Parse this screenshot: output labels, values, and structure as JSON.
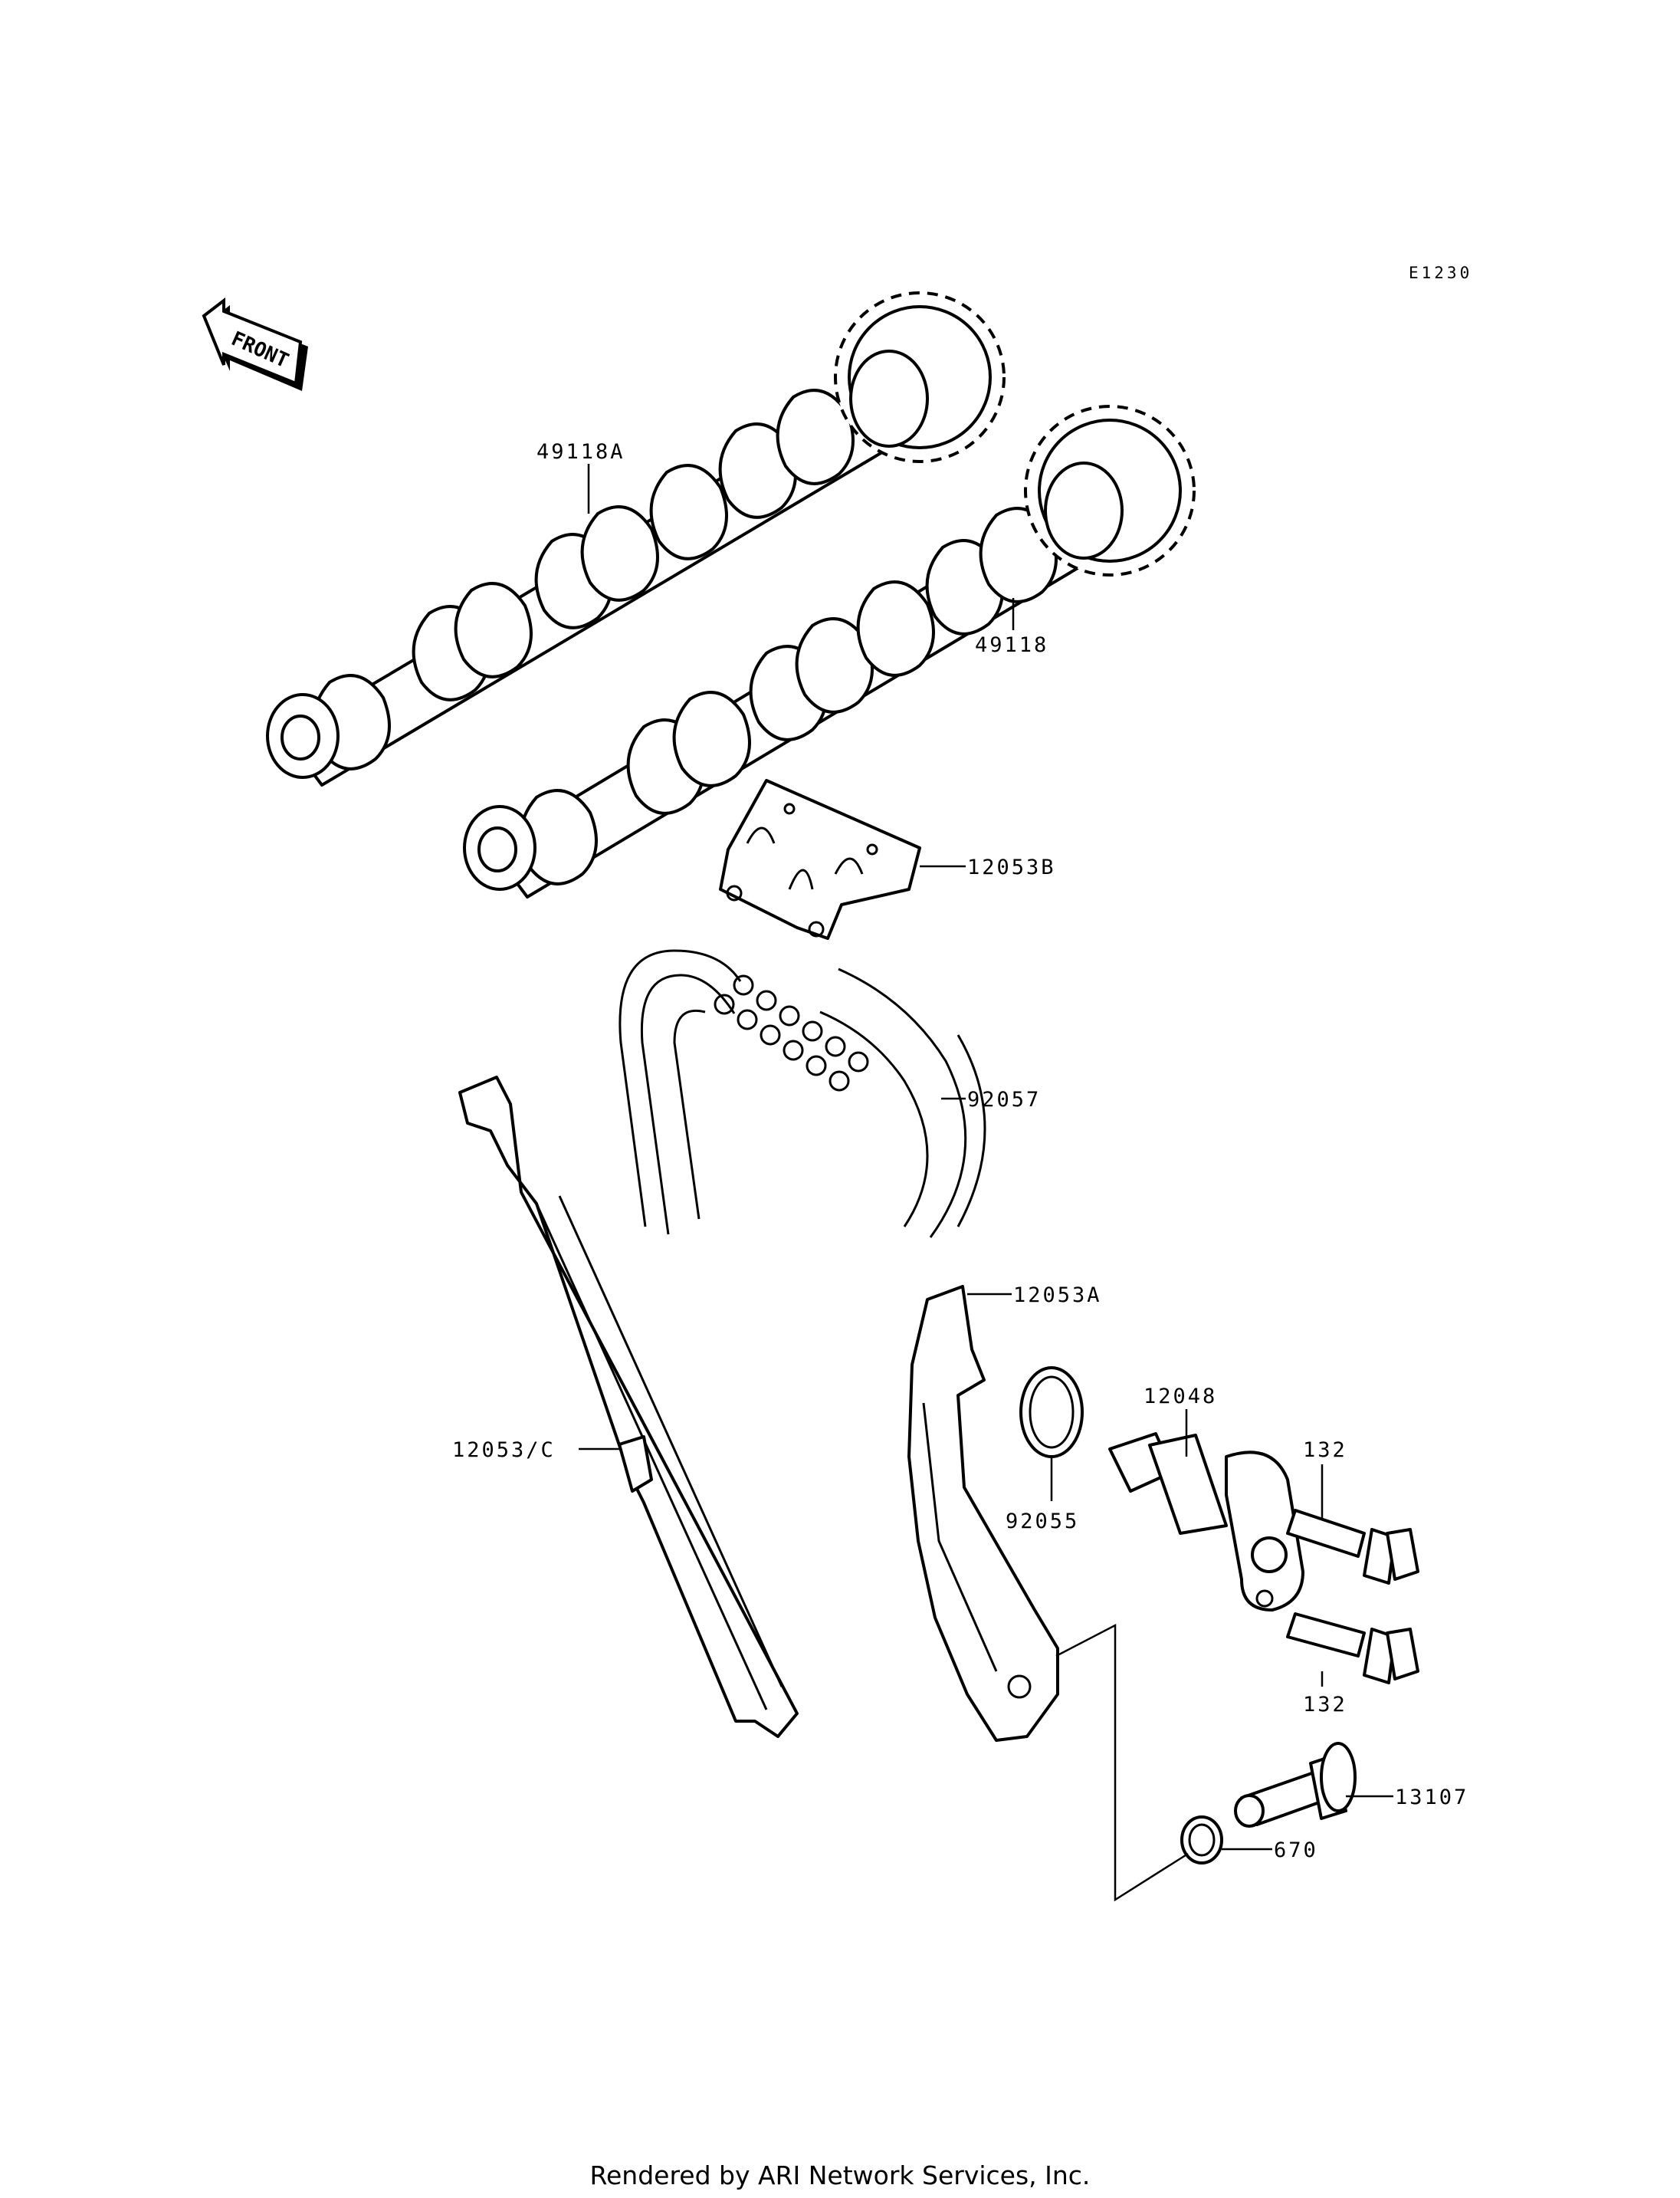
{
  "diagram_code": "E1230",
  "front_indicator": "FRONT",
  "footer": "Rendered by ARI Network Services, Inc.",
  "callouts": [
    {
      "id": "49118A",
      "label": "49118A"
    },
    {
      "id": "49118",
      "label": "49118"
    },
    {
      "id": "12053B",
      "label": "12053B"
    },
    {
      "id": "92057",
      "label": "92057"
    },
    {
      "id": "12053A",
      "label": "12053A"
    },
    {
      "id": "12048",
      "label": "12048"
    },
    {
      "id": "132a",
      "label": "132"
    },
    {
      "id": "12053C",
      "label": "12053/C"
    },
    {
      "id": "92055",
      "label": "92055"
    },
    {
      "id": "132b",
      "label": "132"
    },
    {
      "id": "13107",
      "label": "13107"
    },
    {
      "id": "670",
      "label": "670"
    }
  ]
}
